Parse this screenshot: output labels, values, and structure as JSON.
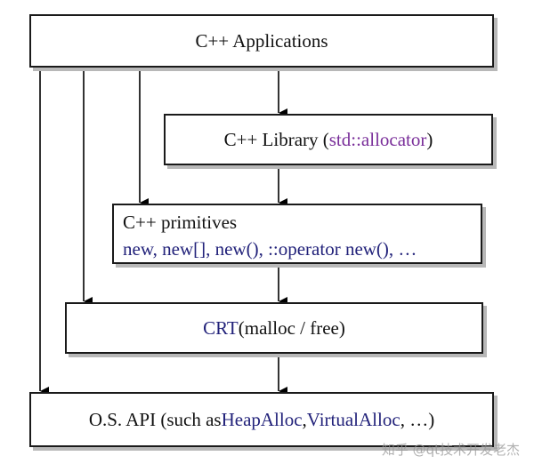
{
  "diagram": {
    "applications": {
      "label": "C++ Applications"
    },
    "library": {
      "prefix": "C++ Library (",
      "highlight": "std::allocator",
      "suffix": ")"
    },
    "primitives": {
      "title": "C++ primitives",
      "ops": "new, new[], new(), ::operator new(), …"
    },
    "crt": {
      "highlight": "CRT",
      "suffix": " (malloc / free)"
    },
    "os_api": {
      "prefix": "O.S. API (such as ",
      "item1": "HeapAlloc",
      "sep": ", ",
      "item2": "VirtualAlloc",
      "suffix": ", …)"
    }
  },
  "watermark": "知乎 @qt技术开发老杰",
  "colors": {
    "border": "#1a1a1a",
    "shadow": "#b8b8b8",
    "purple_text": "#7a2f9a",
    "navy_text": "#22227a"
  }
}
